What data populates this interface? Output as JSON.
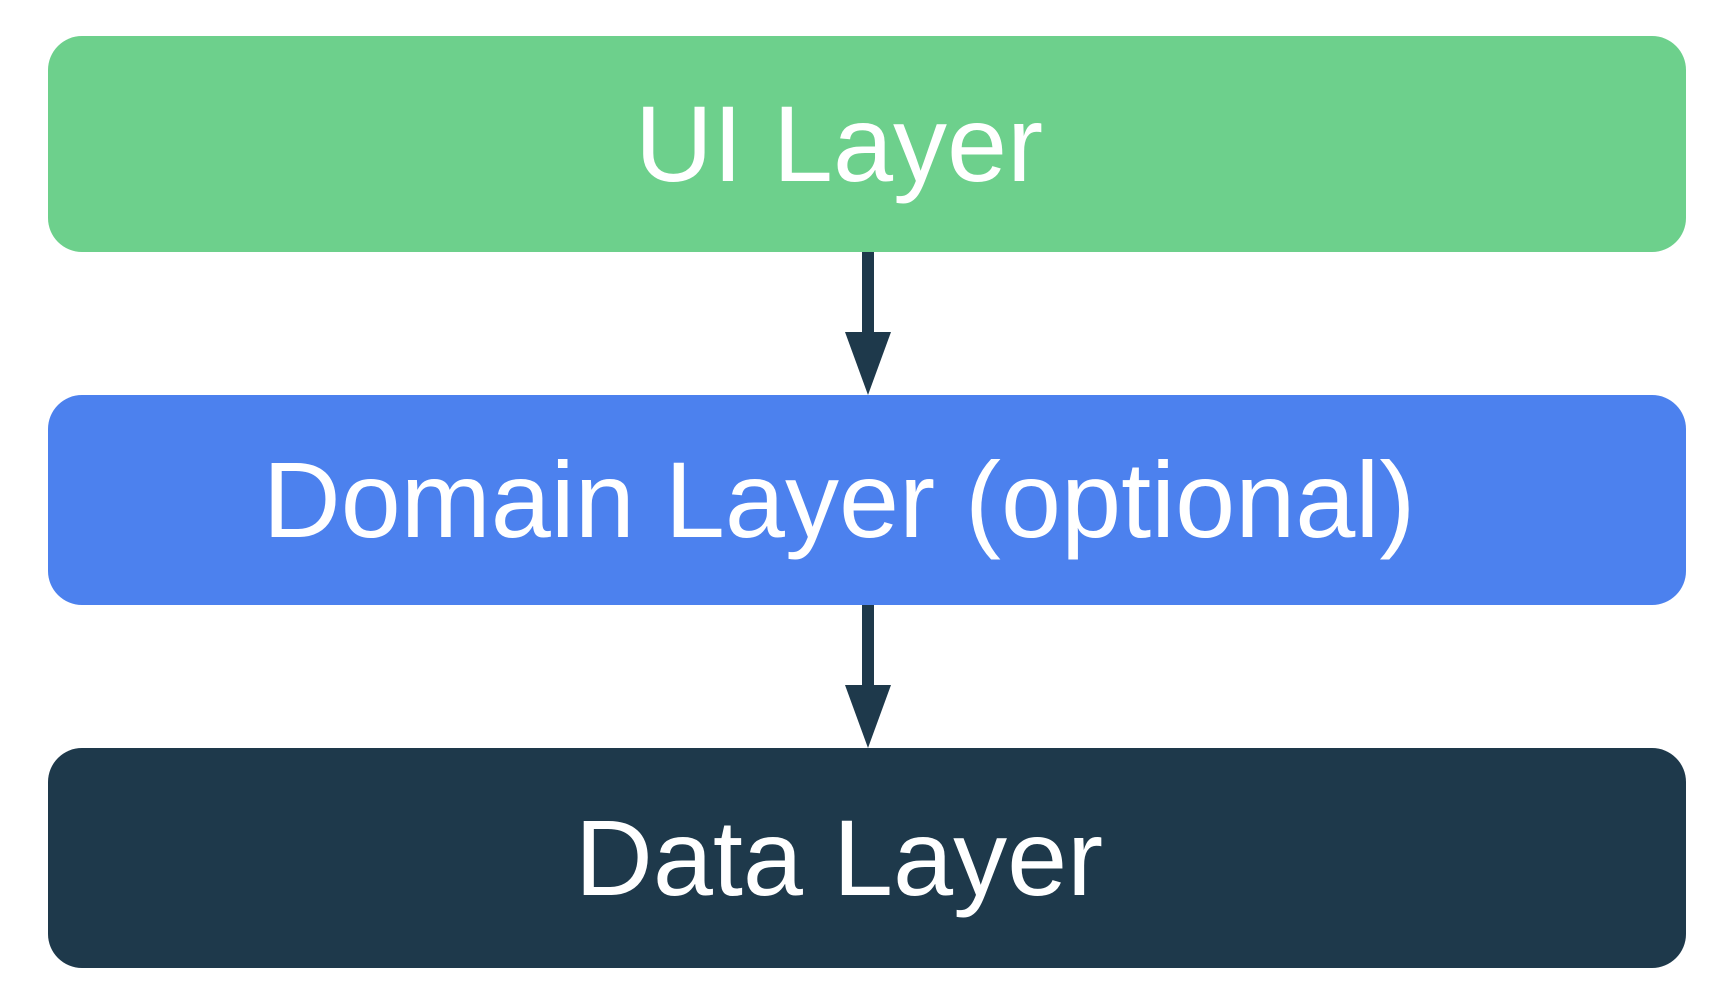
{
  "diagram": {
    "background": "#ffffff",
    "text_color": "#ffffff",
    "arrow_color": "#1e394b",
    "layers": [
      {
        "id": "ui",
        "label": "UI Layer",
        "color": "#6dd08c"
      },
      {
        "id": "domain",
        "label": "Domain Layer (optional)",
        "color": "#4c81ee"
      },
      {
        "id": "data",
        "label": "Data Layer",
        "color": "#1e394b"
      }
    ],
    "connections": [
      {
        "from": "UI Layer",
        "to": "Domain Layer (optional)",
        "direction": "down"
      },
      {
        "from": "Domain Layer (optional)",
        "to": "Data Layer",
        "direction": "down"
      }
    ]
  }
}
